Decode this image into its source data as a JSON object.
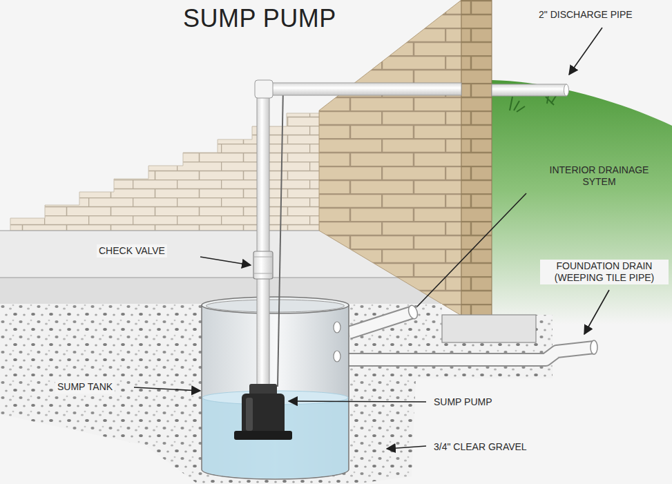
{
  "diagram": {
    "title": "SUMP PUMP",
    "labels": [
      "2\" DISCHARGE PIPE",
      "INTERIOR DRAINAGE SYTEM",
      "CHECK VALVE",
      "FOUNDATION DRAIN (WEEPING TILE PIPE)",
      "SUMP TANK",
      "SUMP PUMP",
      "3/4\" CLEAR GRAVEL"
    ]
  }
}
